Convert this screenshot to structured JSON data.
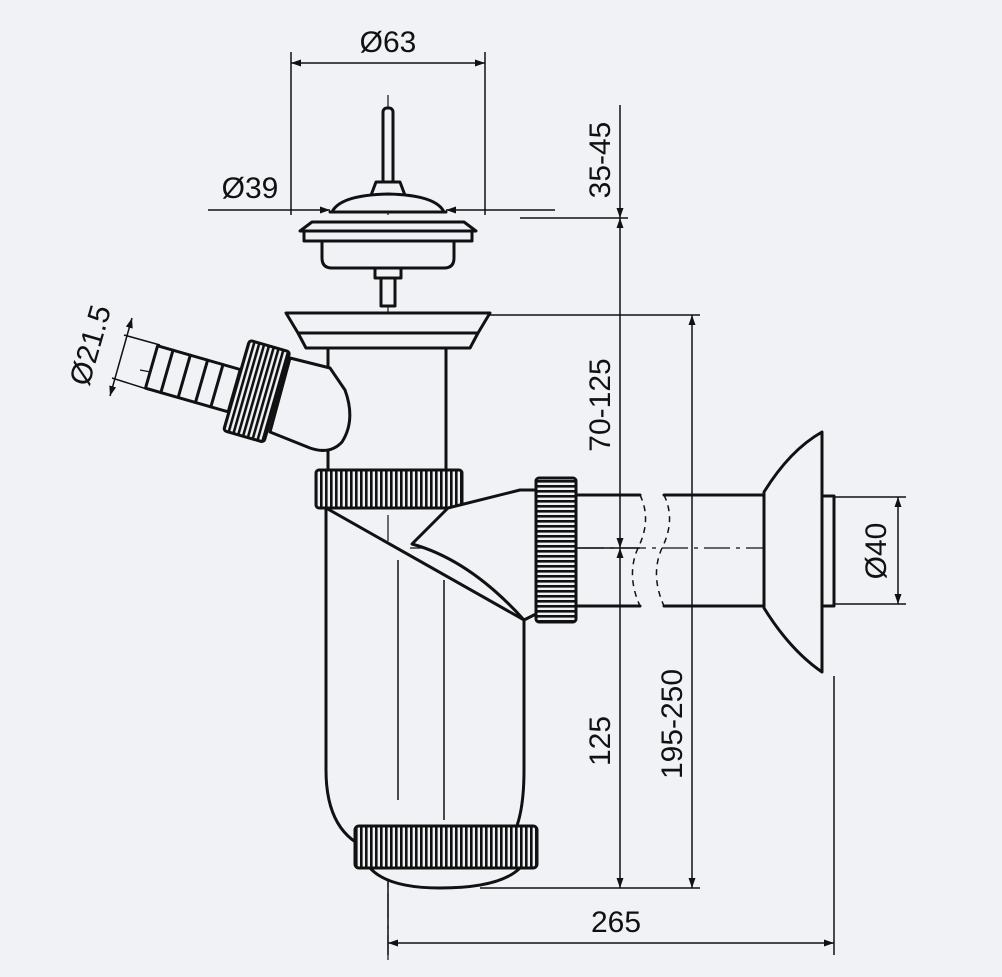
{
  "dimensions": {
    "d63": "Ø63",
    "d39": "Ø39",
    "h35_45": "35-45",
    "d21_5": "Ø21.5",
    "h70_125": "70-125",
    "d40": "Ø40",
    "h125": "125",
    "h195_250": "195-250",
    "w265": "265"
  }
}
